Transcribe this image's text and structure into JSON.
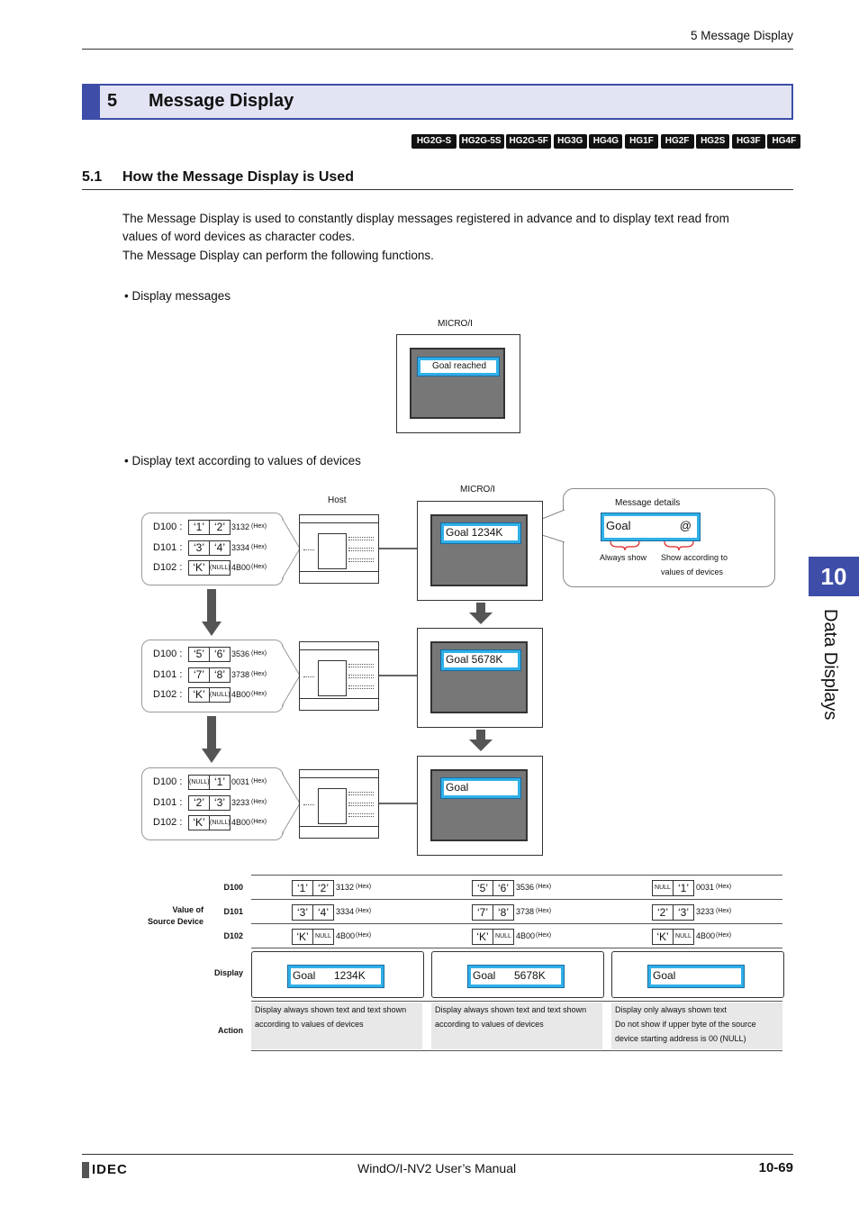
{
  "header": {
    "running_title": "5 Message Display"
  },
  "section": {
    "number": "5",
    "title": "Message Display"
  },
  "models": [
    "HG2G-S",
    "HG2G-5S",
    "HG2G-5F",
    "HG3G",
    "HG4G",
    "HG1F",
    "HG2F",
    "HG2S",
    "HG3F",
    "HG4F"
  ],
  "subsection": {
    "number": "5.1",
    "title": "How the Message Display is Used"
  },
  "intro": {
    "line1": "The Message Display is used to constantly display messages registered in advance and to display text read from",
    "line2": "values of word devices as character codes.",
    "line3": "The Message Display can perform the following functions."
  },
  "bullets": [
    "• Display messages",
    "• Display text according to values of devices"
  ],
  "fig1": {
    "label": "MICRO/I",
    "message": "Goal reached"
  },
  "fig2": {
    "host_label": "Host",
    "micro_label": "MICRO/I",
    "details": {
      "title": "Message details",
      "text": "Goal",
      "at": "@",
      "left_note": "Always show",
      "right_note1": "Show according to",
      "right_note2": "values of devices"
    },
    "rows": [
      {
        "devs": [
          {
            "name": "D100 :",
            "c1": "‘1’",
            "c2": "‘2’",
            "hex": "3132",
            "unit": "(Hex)"
          },
          {
            "name": "D101 :",
            "c1": "‘3’",
            "c2": "‘4’",
            "hex": "3334",
            "unit": "(Hex)"
          },
          {
            "name": "D102 :",
            "c1": "‘K’",
            "c2": "(NULL)",
            "hex": "4B00",
            "unit": "(Hex)"
          }
        ],
        "screen": "Goal 1234K"
      },
      {
        "devs": [
          {
            "name": "D100 :",
            "c1": "‘5’",
            "c2": "‘6’",
            "hex": "3536",
            "unit": "(Hex)"
          },
          {
            "name": "D101 :",
            "c1": "‘7’",
            "c2": "‘8’",
            "hex": "3738",
            "unit": "(Hex)"
          },
          {
            "name": "D102 :",
            "c1": "‘K’",
            "c2": "(NULL)",
            "hex": "4B00",
            "unit": "(Hex)"
          }
        ],
        "screen": "Goal 5678K"
      },
      {
        "devs": [
          {
            "name": "D100 :",
            "c1": "(NULL)",
            "c2": "‘1’",
            "hex": "0031",
            "unit": "(Hex)"
          },
          {
            "name": "D101 :",
            "c1": "‘2’",
            "c2": "‘3’",
            "hex": "3233",
            "unit": "(Hex)"
          },
          {
            "name": "D102 :",
            "c1": "‘K’",
            "c2": "(NULL)",
            "hex": "4B00",
            "unit": "(Hex)"
          }
        ],
        "screen": "Goal"
      }
    ]
  },
  "table": {
    "row_labels": {
      "d100": "D100",
      "d101": "D101",
      "d102": "D102",
      "value1": "Value of",
      "value2": "Source Device",
      "display": "Display",
      "action": "Action"
    },
    "cols": [
      {
        "d100": {
          "c1": "‘1’",
          "c2": "‘2’",
          "hex": "3132"
        },
        "d101": {
          "c1": "‘3’",
          "c2": "‘4’",
          "hex": "3334"
        },
        "d102": {
          "c1": "‘K’",
          "c2": "NULL",
          "hex": "4B00"
        },
        "display_a": "Goal",
        "display_b": "1234K",
        "action": [
          "Display always shown text and text shown",
          "according to values of devices",
          ""
        ]
      },
      {
        "d100": {
          "c1": "‘5’",
          "c2": "‘6’",
          "hex": "3536"
        },
        "d101": {
          "c1": "‘7’",
          "c2": "‘8’",
          "hex": "3738"
        },
        "d102": {
          "c1": "‘K’",
          "c2": "NULL",
          "hex": "4B00"
        },
        "display_a": "Goal",
        "display_b": "5678K",
        "action": [
          "Display always shown text and text shown",
          "according to values of devices",
          ""
        ]
      },
      {
        "d100": {
          "c1": "NULL",
          "c2": "‘1’",
          "hex": "0031"
        },
        "d101": {
          "c1": "‘2’",
          "c2": "‘3’",
          "hex": "3233"
        },
        "d102": {
          "c1": "‘K’",
          "c2": "NULL",
          "hex": "4B00"
        },
        "display_a": "Goal",
        "display_b": "",
        "action": [
          "Display only always shown text",
          "Do not show if upper byte of the source",
          "device starting address is 00 (NULL)"
        ]
      }
    ],
    "hex_unit": "(Hex)"
  },
  "side_tab": {
    "number": "10",
    "label": "Data Displays"
  },
  "footer": {
    "logo": "IDEC",
    "manual": "WindO/I-NV2 User’s Manual",
    "page": "10-69"
  }
}
